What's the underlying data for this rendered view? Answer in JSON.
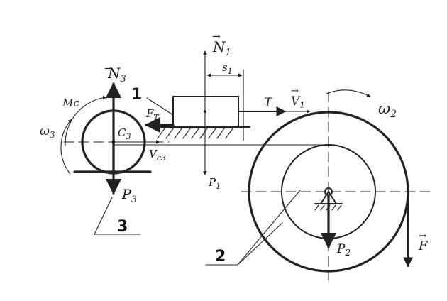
{
  "labels": {
    "N3": "N",
    "N3_sub": "3",
    "N1": "N",
    "N1_sub": "1",
    "s1": "s",
    "s1_sub": "1",
    "Mc": "Mc",
    "omega3": "ω",
    "omega3_sub": "3",
    "C3": "C",
    "C3_sub": "3",
    "Ft": "F",
    "Ft_sub": "T",
    "Vc3": "V",
    "Vc3_sub": "c3",
    "P3": "P",
    "P3_sub": "3",
    "P1": "P",
    "P1_sub": "1",
    "T": "T",
    "V1": "V",
    "V1_sub": "1",
    "omega2": "ω",
    "omega2_sub": "2",
    "P2": "P",
    "P2_sub": "2",
    "F": "F"
  },
  "numbers": {
    "body1": "1",
    "body2": "2",
    "body3": "3"
  },
  "colors": {
    "ink": "#222222",
    "paper": "#ffffff"
  }
}
